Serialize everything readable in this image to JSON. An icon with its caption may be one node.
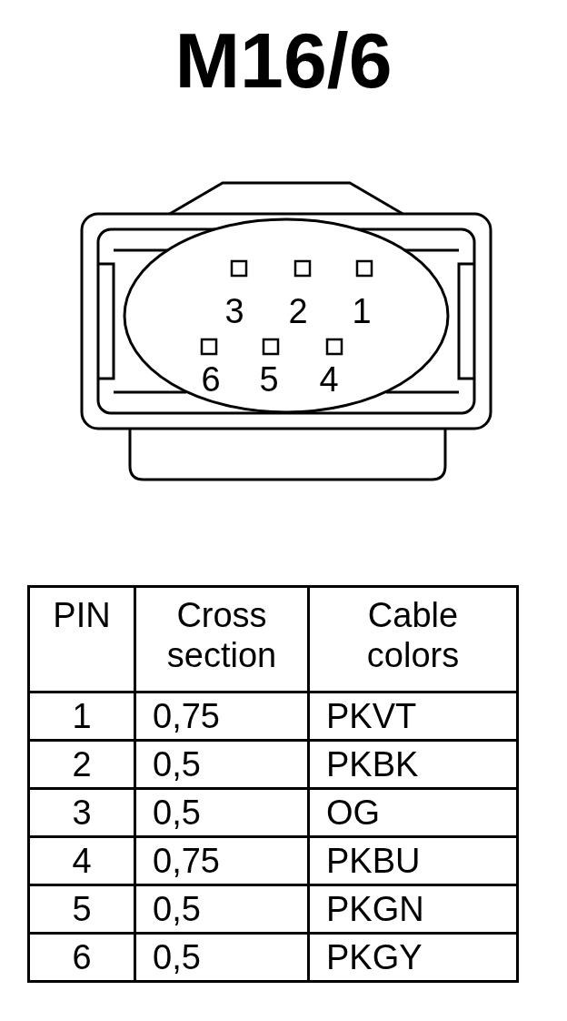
{
  "diagram": {
    "title": "M16/6",
    "labels": [
      "3",
      "2",
      "1",
      "6",
      "5",
      "4",
      "PIN",
      "Cross section",
      "Cable colors",
      "1",
      "0,75",
      "PKVT",
      "2",
      "0,5",
      "PKBK",
      "3",
      "0,5",
      "OG",
      "4",
      "0,75",
      "PKBU",
      "5",
      "0,5",
      "PKGN",
      "6",
      "0,5",
      "PKGY"
    ]
  }
}
